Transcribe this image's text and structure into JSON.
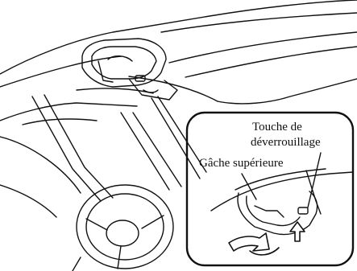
{
  "figure": {
    "type": "illustration",
    "subject": "overhead console with sunglasses holder and unlock button",
    "line_color": "#111111",
    "arrow_fill": "#ffffff"
  },
  "callouts": {
    "unlock_line1": "Touche de",
    "unlock_line2": "déverrouillage",
    "upper_latch": "Gâche supérieure"
  }
}
